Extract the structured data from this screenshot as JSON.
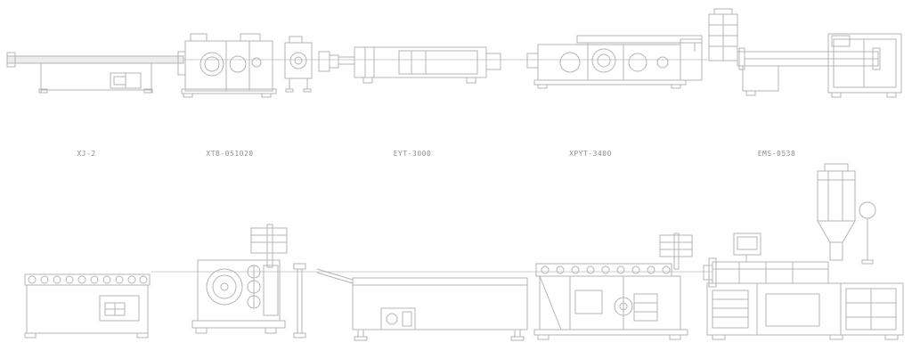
{
  "colors": {
    "background": "#ffffff",
    "line": "#b4b4b4",
    "line_light": "#cfcfcf",
    "fill_light": "#ececec",
    "label_text": "#8e8e8e"
  },
  "diagram": {
    "labels": [
      {
        "text": "XJ-2"
      },
      {
        "text": "XTB-051020"
      },
      {
        "text": "EYT-3000"
      },
      {
        "text": "XPYT-3400"
      },
      {
        "text": "EMS-0538"
      }
    ]
  }
}
